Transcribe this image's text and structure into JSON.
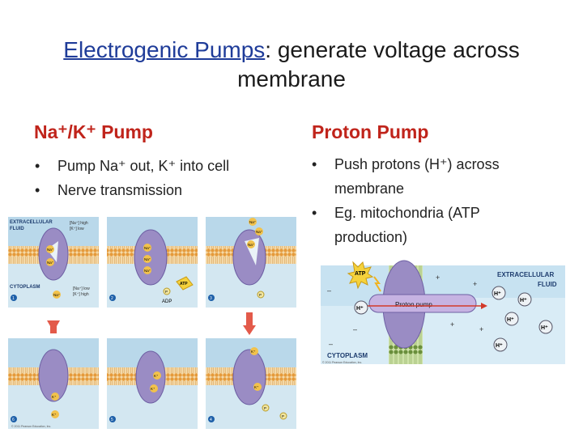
{
  "title": {
    "em": "Electrogenic Pumps",
    "rest": ": generate voltage across",
    "line2": "membrane"
  },
  "left": {
    "heading": "Na⁺/K⁺ Pump",
    "bullets": [
      "Pump Na⁺ out, K⁺ into cell",
      "Nerve transmission"
    ]
  },
  "right": {
    "heading": "Proton Pump",
    "bullets": [
      "Push protons (H⁺) across membrane",
      "Eg. mitochondria (ATP production)"
    ]
  },
  "fig_left": {
    "extracellular": "EXTRACELLULAR",
    "fluid": "FLUID",
    "na_high": "[Na⁺] high",
    "k_low": "[K⁺] low",
    "cytoplasm": "CYTOPLASM",
    "na_low": "[Na⁺] low",
    "k_high": "[K⁺] high",
    "na": "Na⁺",
    "k": "K⁺",
    "atp": "ATP",
    "adp": "ADP",
    "p": "P",
    "steps": [
      "1",
      "2",
      "3",
      "4",
      "5",
      "6"
    ],
    "credit": "© 2011 Pearson Education, Inc."
  },
  "fig_right": {
    "atp": "ATP",
    "extracellular": "EXTRACELLULAR",
    "fluid": "FLUID",
    "pump": "Proton pump",
    "cytoplasm": "CYTOPLASM",
    "h": "H⁺",
    "plus": "+",
    "minus": "–",
    "credit": "© 2011 Pearson Education, Inc."
  }
}
